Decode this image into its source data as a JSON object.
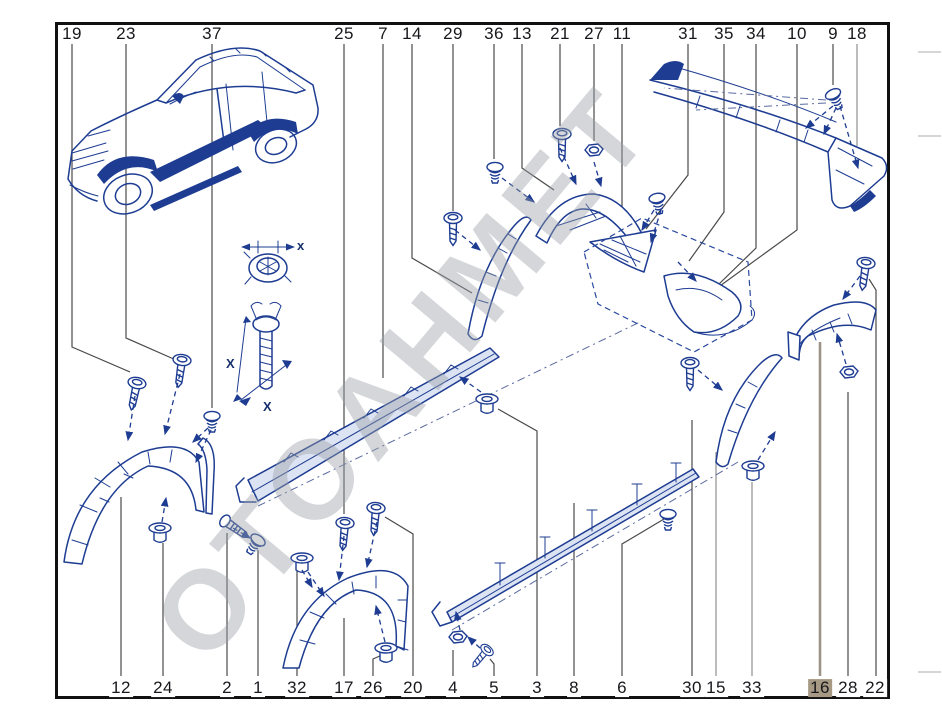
{
  "watermark": "OTOAHMET",
  "selected_part": "16",
  "colors": {
    "diagram_blue": "#1d3c92",
    "leader_gray": "#4a4a4a",
    "highlight_tan": "#a79a85",
    "watermark_gray": "#9aa0a6",
    "frame_black": "#111111"
  },
  "detail_dimensions": {
    "grommet_top_label": "x",
    "screw_left_label": "X",
    "screw_bottom_label": "X"
  },
  "callouts": {
    "top": [
      {
        "label": "19"
      },
      {
        "label": "23"
      },
      {
        "label": "37"
      },
      {
        "label": "25"
      },
      {
        "label": "7"
      },
      {
        "label": "14"
      },
      {
        "label": "29"
      },
      {
        "label": "36"
      },
      {
        "label": "13"
      },
      {
        "label": "21"
      },
      {
        "label": "27"
      },
      {
        "label": "11"
      },
      {
        "label": "31"
      },
      {
        "label": "35"
      },
      {
        "label": "34"
      },
      {
        "label": "10"
      },
      {
        "label": "9"
      },
      {
        "label": "18"
      }
    ],
    "bottom": [
      {
        "label": "12"
      },
      {
        "label": "24"
      },
      {
        "label": "2"
      },
      {
        "label": "1"
      },
      {
        "label": "32"
      },
      {
        "label": "17"
      },
      {
        "label": "26"
      },
      {
        "label": "20"
      },
      {
        "label": "4"
      },
      {
        "label": "5"
      },
      {
        "label": "3"
      },
      {
        "label": "8"
      },
      {
        "label": "6"
      },
      {
        "label": "30"
      },
      {
        "label": "15"
      },
      {
        "label": "33"
      },
      {
        "label": "16",
        "highlighted": true
      },
      {
        "label": "28"
      },
      {
        "label": "22"
      }
    ]
  }
}
